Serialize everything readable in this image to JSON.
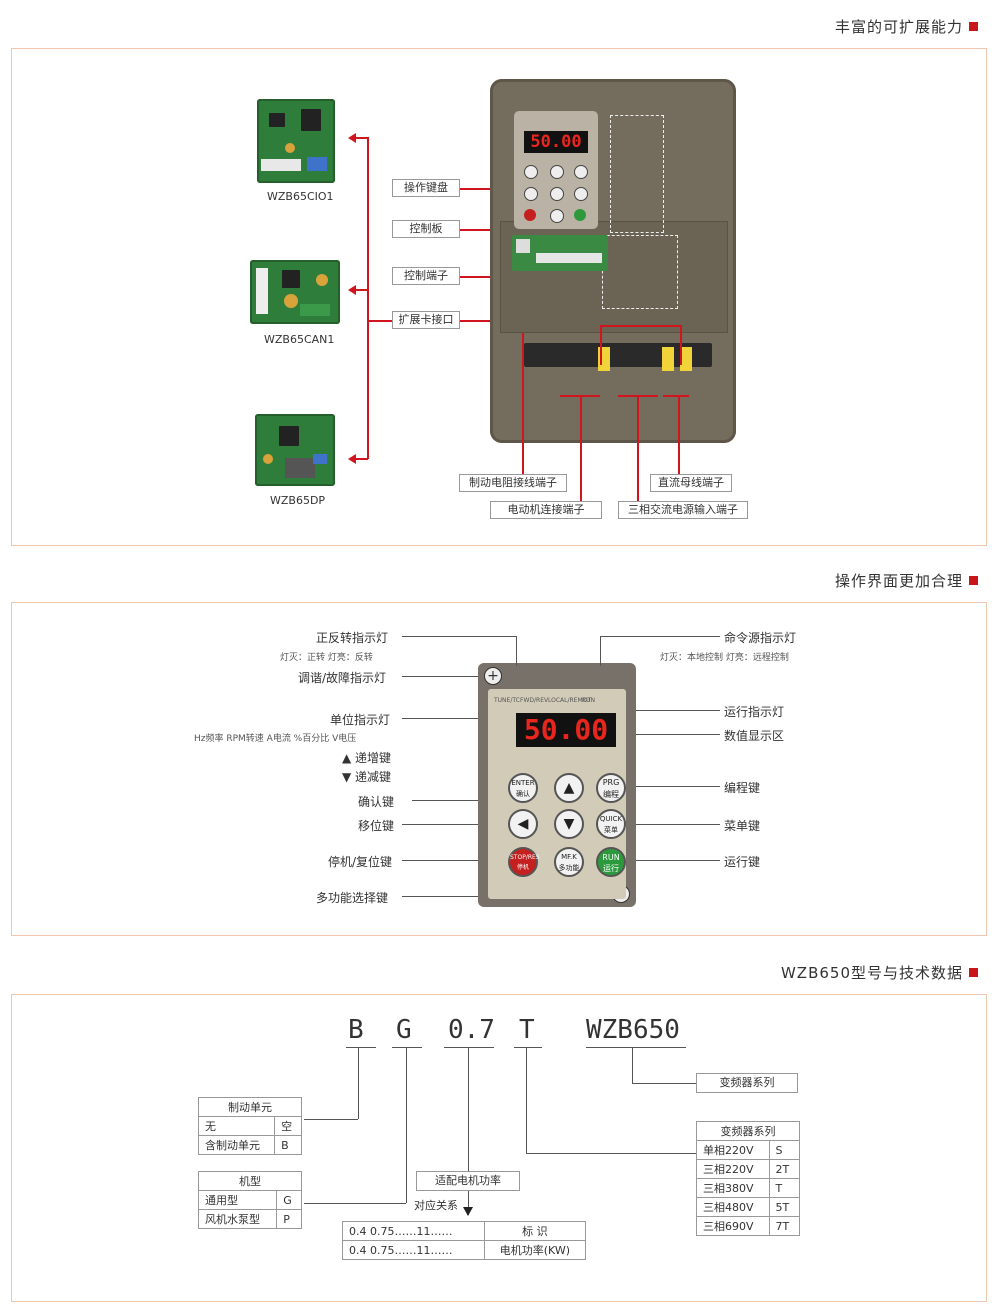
{
  "section1": {
    "title": "丰富的可扩展能力",
    "modules": [
      "WZB65CIO1",
      "WZB65CAN1",
      "WZB65DP"
    ],
    "labels": {
      "keypad": "操作键盘",
      "control_board": "控制板",
      "control_terminal": "控制端子",
      "expansion_port": "扩展卡接口",
      "brake_resistor_terminal": "制动电阻接线端子",
      "dc_bus_terminal": "直流母线端子",
      "motor_terminal": "电动机连接端子",
      "input_terminal": "三相交流电源输入端子"
    },
    "display_value": "50.00"
  },
  "section2": {
    "title": "操作界面更加合理",
    "display_value": "50.00",
    "left_labels": {
      "fwd_rev": "正反转指示灯",
      "fwd_rev_note": "灯灭：正转  灯亮：反转",
      "tune_fault": "调谐/故障指示灯",
      "unit": "单位指示灯",
      "unit_note": "Hz频率  RPM转速  A电流  %百分比  V电压",
      "up": "▲ 递增键",
      "down": "▼ 递减键",
      "confirm": "确认键",
      "shift": "移位键",
      "stop": "停机/复位键",
      "multi": "多功能选择键"
    },
    "right_labels": {
      "cmd_source": "命令源指示灯",
      "cmd_source_note": "灯灭：本地控制  灯亮：远程控制",
      "run_led": "运行指示灯",
      "display": "数值显示区",
      "prog": "编程键",
      "menu": "菜单键",
      "run": "运行键"
    },
    "led_captions": [
      "RUN",
      "LOCAL/REMOT",
      "FWD/REV",
      "TUNE/TC"
    ],
    "keys": {
      "prg": "PRG\n编程",
      "up": "▲",
      "enter": "ENTER\n确认",
      "quick": "QUICK\n菜单",
      "down": "▼",
      "shift": "◀",
      "run": "RUN\n运行",
      "mf": "MF.K\n多功能",
      "stop": "STOP/RES\n停机复位"
    }
  },
  "section3": {
    "title": "WZB650型号与技术数据",
    "code": {
      "series": "WZB650",
      "voltage": "T",
      "power": "0.7",
      "type": "G",
      "brake": "B"
    },
    "series_box": "变频器系列",
    "voltage_table": {
      "header": "变频器系列",
      "rows": [
        [
          "S",
          "单相220V"
        ],
        [
          "2T",
          "三相220V"
        ],
        [
          "T",
          "三相380V"
        ],
        [
          "5T",
          "三相480V"
        ],
        [
          "7T",
          "三相690V"
        ]
      ]
    },
    "brake_table": {
      "header": "制动单元",
      "rows": [
        [
          "空",
          "无"
        ],
        [
          "B",
          "含制动单元"
        ]
      ]
    },
    "type_table": {
      "header": "机型",
      "rows": [
        [
          "G",
          "通用型"
        ],
        [
          "P",
          "风机水泵型"
        ]
      ]
    },
    "power_box": "适配电机功率",
    "power_note": "对应关系",
    "power_table": {
      "rows": [
        [
          "标 识",
          "0.4  0.75……11……"
        ],
        [
          "电机功率(KW)",
          "0.4  0.75……11……"
        ]
      ]
    }
  }
}
